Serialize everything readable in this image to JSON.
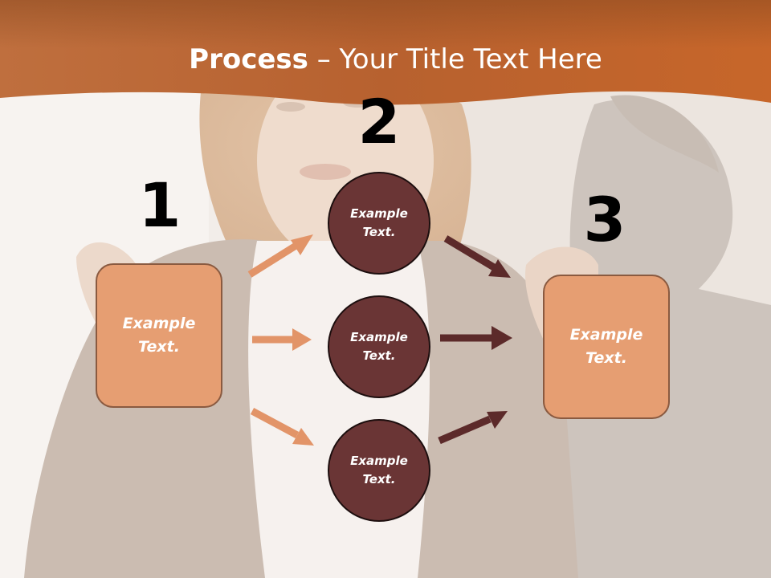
{
  "slide": {
    "title_bold": "Process",
    "title_sep": " – ",
    "title_rest": "Your Title Text Here"
  },
  "steps": [
    {
      "number": "1",
      "line1": "Example",
      "line2": "Text."
    },
    {
      "number": "2"
    },
    {
      "number": "3",
      "line1": "Example",
      "line2": "Text."
    }
  ],
  "circles": [
    {
      "line1": "Example",
      "line2": "Text."
    },
    {
      "line1": "Example",
      "line2": "Text."
    },
    {
      "line1": "Example",
      "line2": "Text."
    }
  ],
  "colors": {
    "header": "#c9692c",
    "box_fill": "#e69e72",
    "circle_fill": "#6a3535",
    "arrow_left": "#e29468",
    "arrow_right": "#5c2a2a"
  }
}
